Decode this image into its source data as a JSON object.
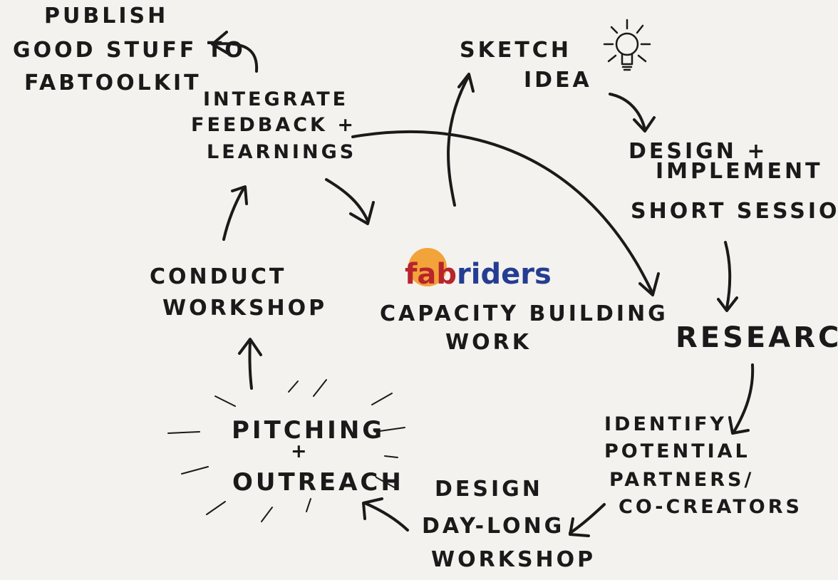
{
  "center": {
    "logo": {
      "fab": "fab",
      "riders": "riders"
    },
    "caption_line1": "CAPACITY BUILDING",
    "caption_line2": "WORK"
  },
  "steps": {
    "sketch": {
      "line1": "SKETCH",
      "line2": "IDEA"
    },
    "design_short": {
      "line1": "DESIGN +",
      "line2": "IMPLEMENT",
      "line3": "SHORT SESSION"
    },
    "research": {
      "line1": "RESEARCH"
    },
    "identify": {
      "line1": "IDENTIFY",
      "line2": "POTENTIAL",
      "line3": "PARTNERS/",
      "line4": "CO-CREATORS"
    },
    "design_day": {
      "line1": "DESIGN",
      "line2": "DAY-LONG",
      "line3": "WORKSHOP"
    },
    "pitching": {
      "line1": "PITCHING",
      "line2": "+",
      "line3": "OUTREACH"
    },
    "conduct": {
      "line1": "CONDUCT",
      "line2": "WORKSHOP"
    },
    "integrate": {
      "line1": "INTEGRATE",
      "line2": "FEEDBACK +",
      "line3": "LEARNINGS"
    },
    "publish": {
      "line1": "PUBLISH",
      "line2": "GOOD STUFF TO",
      "line3": "FABTOOLKIT"
    }
  },
  "colors": {
    "ink": "#1a1a1a",
    "paper": "#f4f2ee",
    "logo_circle": "#f2a33a",
    "logo_fab": "#b8242c",
    "logo_riders": "#243d93"
  },
  "icons": {
    "lightbulb": "lightbulb-icon"
  }
}
